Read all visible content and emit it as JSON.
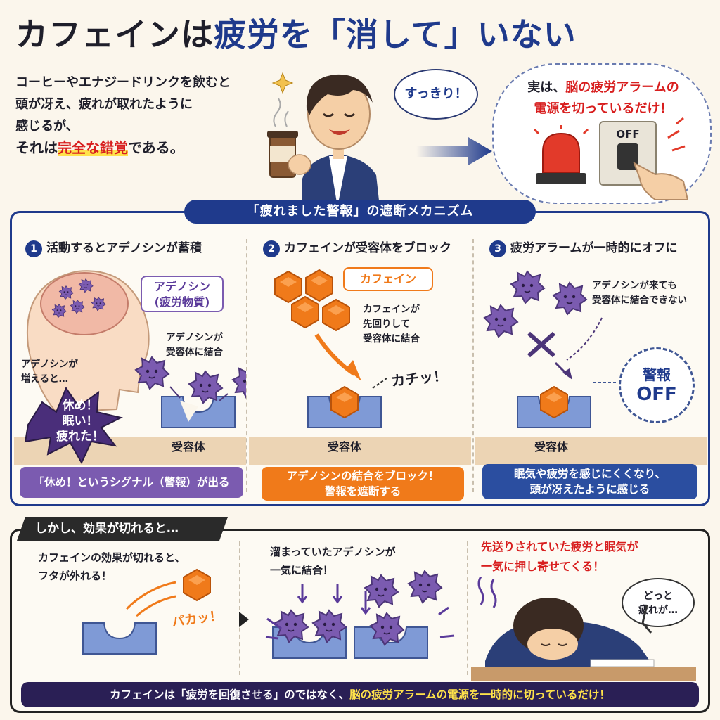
{
  "title": {
    "part1": "カフェインは",
    "part2": "疲労を「消して」いない"
  },
  "intro": {
    "line1": "コーヒーやエナジードリンクを飲むと",
    "line2": "頭が冴え、疲れが取れたように",
    "line3": "感じるが、",
    "line4_a": "それは",
    "line4_hl": "完全な錯覚",
    "line4_b": "である。"
  },
  "sukkiri": "すっきり！",
  "alarm_cloud": {
    "line1_a": "実は、",
    "line1_b": "脳の疲労アラームの",
    "line2": "電源を切っているだけ！",
    "switch_label": "OFF"
  },
  "mechanism": {
    "header": "「疲れました警報」の遮断メカニズム",
    "panels": [
      {
        "num": "1",
        "title": "活動するとアデノシンが蓄積",
        "tag_line1": "アデノシン",
        "tag_line2": "(疲労物質)",
        "note1_line1": "アデノシンが",
        "note1_line2": "受容体に結合",
        "note2_line1": "アデノシンが",
        "note2_line2": "増えると…",
        "burst_line1": "休め！",
        "burst_line2": "眠い！",
        "burst_line3": "疲れた！",
        "receptor": "受容体",
        "banner": "「休め！というシグナル（警報）が出る"
      },
      {
        "num": "2",
        "title": "カフェインが受容体をブロック",
        "tag": "カフェイン",
        "note_line1": "カフェインが",
        "note_line2": "先回りして",
        "note_line3": "受容体に結合",
        "sound": "カチッ！",
        "receptor": "受容体",
        "banner_line1": "アデノシンの結合をブロック！",
        "banner_line2": "警報を遮断する"
      },
      {
        "num": "3",
        "title": "疲労アラームが一時的にオフに",
        "note_line1": "アデノシンが来ても",
        "note_line2": "受容体に結合できない",
        "badge_line1": "警報",
        "badge_line2": "OFF",
        "receptor": "受容体",
        "banner_line1": "眠気や疲労を感じにくくなり、",
        "banner_line2": "頭が冴えたように感じる"
      }
    ]
  },
  "aftermath": {
    "header": "しかし、効果が切れると…",
    "p1_line1": "カフェインの効果が切れると、",
    "p1_line2": "フタが外れる！",
    "p1_sound": "パカッ！",
    "p2_line1": "溜まっていたアデノシンが",
    "p2_line2": "一気に結合！",
    "p3_line1": "先送りされていた疲労と眠気が",
    "p3_line2": "一気に押し寄せてくる！",
    "p3_bubble_line1": "どっと",
    "p3_bubble_line2": "疲れが…"
  },
  "bottom": {
    "a": "カフェインは「疲労を回復させる」のではなく、",
    "b": "脳の疲労アラームの電源を一時的に切っているだけ！"
  },
  "colors": {
    "navy": "#1f3a8c",
    "red": "#d81e1e",
    "orange": "#f07a1a",
    "purple": "#7b5bb0",
    "receptor": "#7f9ad6",
    "yellow": "#ffe24a"
  }
}
